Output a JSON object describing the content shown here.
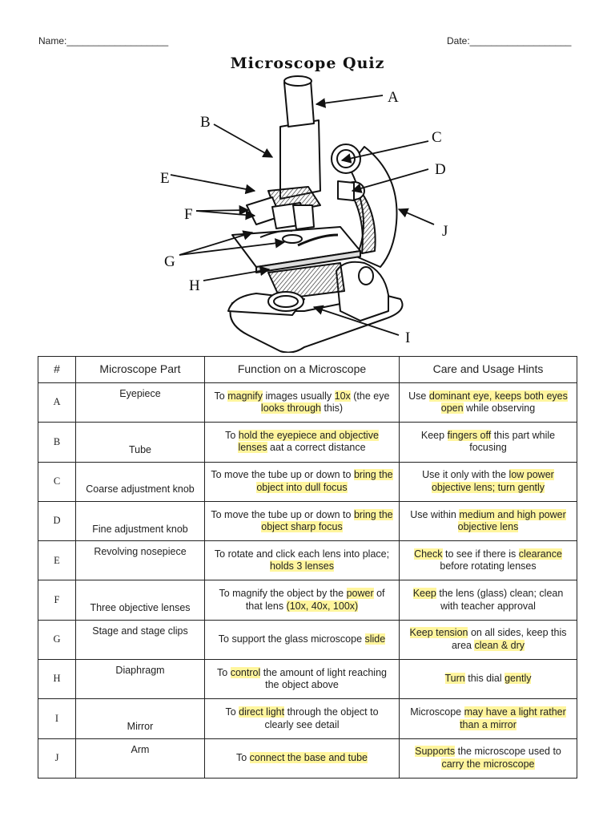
{
  "header": {
    "name_label": "Name:___________________",
    "date_label": "Date:___________________"
  },
  "title": "Microscope Quiz",
  "diagram": {
    "labels": [
      "A",
      "B",
      "C",
      "D",
      "E",
      "F",
      "G",
      "H",
      "I",
      "J"
    ]
  },
  "table": {
    "headers": [
      "#",
      "Microscope Part",
      "Function on a Microscope",
      "Care and Usage Hints"
    ],
    "highlight_color": "#fff59d",
    "rows": [
      {
        "letter": "A",
        "part": "Eyepiece",
        "function": [
          [
            "To ",
            0
          ],
          [
            "magnify",
            1
          ],
          [
            " images usually ",
            0
          ],
          [
            "10x",
            1
          ],
          [
            " (the eye ",
            0
          ],
          [
            "looks through",
            1
          ],
          [
            " this)",
            0
          ]
        ],
        "hint": [
          [
            "Use ",
            0
          ],
          [
            "dominant eye, keeps both eyes open",
            1
          ],
          [
            " while observing",
            0
          ]
        ]
      },
      {
        "letter": "B",
        "part": "Tube",
        "function": [
          [
            "To ",
            0
          ],
          [
            "hold the eyepiece and objective lenses",
            1
          ],
          [
            " aat a correct distance",
            0
          ]
        ],
        "hint": [
          [
            "Keep ",
            0
          ],
          [
            "fingers off",
            1
          ],
          [
            " this part while focusing",
            0
          ]
        ]
      },
      {
        "letter": "C",
        "part": "Coarse adjustment knob",
        "function": [
          [
            "To move the tube up or down to ",
            0
          ],
          [
            "bring the object into dull focus",
            1
          ]
        ],
        "hint": [
          [
            "Use it only with the ",
            0
          ],
          [
            "low power objective lens; turn gently",
            1
          ]
        ]
      },
      {
        "letter": "D",
        "part": "Fine adjustment knob",
        "function": [
          [
            "To move the tube up or down to ",
            0
          ],
          [
            "bring the object sharp focus",
            1
          ]
        ],
        "hint": [
          [
            "Use within ",
            0
          ],
          [
            "medium and high power objective lens",
            1
          ]
        ]
      },
      {
        "letter": "E",
        "part": "Revolving nosepiece",
        "function": [
          [
            "To rotate and click each lens into place; ",
            0
          ],
          [
            "holds 3 lenses",
            1
          ]
        ],
        "hint": [
          [
            "Check",
            1
          ],
          [
            " to see if there is ",
            0
          ],
          [
            "clearance",
            1
          ],
          [
            " before rotating lenses",
            0
          ]
        ]
      },
      {
        "letter": "F",
        "part": "Three objective lenses",
        "function": [
          [
            "To magnify the object by the ",
            0
          ],
          [
            "power",
            1
          ],
          [
            " of that lens ",
            0
          ],
          [
            "(10x, 40x, 100x)",
            1
          ]
        ],
        "hint": [
          [
            "Keep",
            1
          ],
          [
            " the lens (glass) clean; clean with teacher approval",
            0
          ]
        ]
      },
      {
        "letter": "G",
        "part": "Stage and stage clips",
        "function": [
          [
            "To support the glass microscope ",
            0
          ],
          [
            "slide",
            1
          ]
        ],
        "hint": [
          [
            "Keep tension",
            1
          ],
          [
            " on all sides, keep this area ",
            0
          ],
          [
            "clean & dry",
            1
          ]
        ]
      },
      {
        "letter": "H",
        "part": "Diaphragm",
        "function": [
          [
            "To ",
            0
          ],
          [
            "control",
            1
          ],
          [
            " the amount of light reaching the object above",
            0
          ]
        ],
        "hint": [
          [
            "Turn",
            1
          ],
          [
            " this dial ",
            0
          ],
          [
            "gently",
            1
          ]
        ]
      },
      {
        "letter": "I",
        "part": "Mirror",
        "function": [
          [
            "To ",
            0
          ],
          [
            "direct light",
            1
          ],
          [
            " through the object to clearly see detail",
            0
          ]
        ],
        "hint": [
          [
            "Microscope ",
            0
          ],
          [
            "may have a light rather than a mirror",
            1
          ]
        ]
      },
      {
        "letter": "J",
        "part": "Arm",
        "function": [
          [
            "To ",
            0
          ],
          [
            "connect the base and tube",
            1
          ]
        ],
        "hint": [
          [
            "Supports",
            1
          ],
          [
            " the microscope used to ",
            0
          ],
          [
            "carry the microscope",
            1
          ]
        ]
      }
    ]
  }
}
